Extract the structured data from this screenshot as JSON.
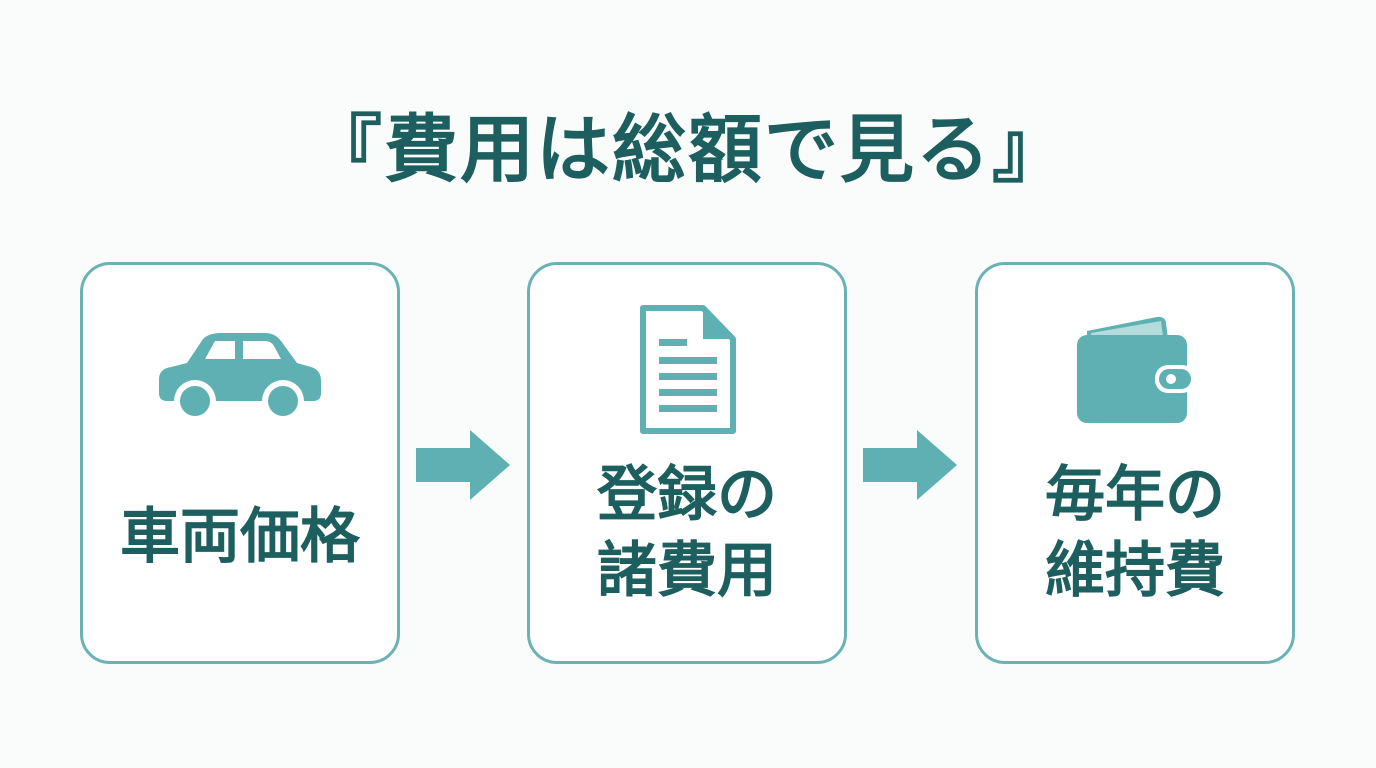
{
  "title": "『費用は総額で見る』",
  "colors": {
    "accent": "#5eb0b2",
    "text": "#1d5e5f",
    "border": "#6bb2b5",
    "background": "#fafbfb"
  },
  "steps": [
    {
      "icon": "car-icon",
      "lines": [
        "車両価格"
      ]
    },
    {
      "icon": "document-icon",
      "lines": [
        "登録の",
        "諸費用"
      ]
    },
    {
      "icon": "wallet-icon",
      "lines": [
        "毎年の",
        "維持費"
      ]
    }
  ]
}
